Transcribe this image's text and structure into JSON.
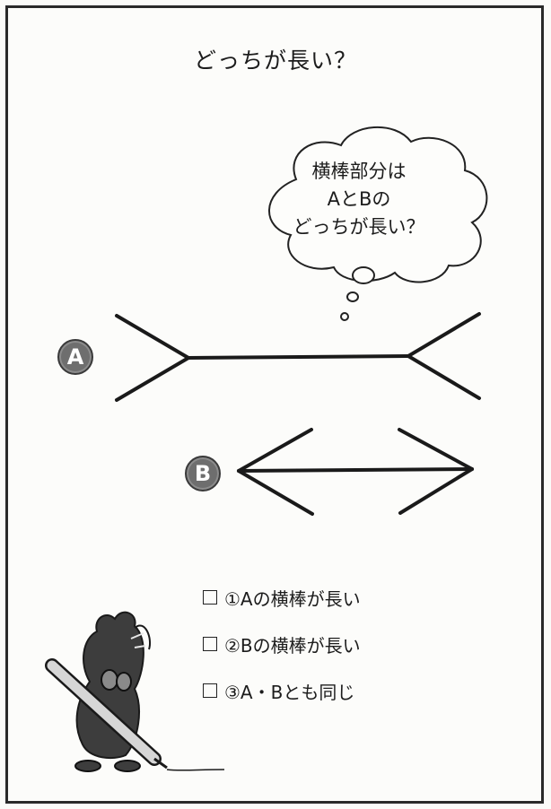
{
  "title": "どっちが長い？",
  "bubble": {
    "line1": "横棒部分は",
    "line2": "AとBの",
    "line3": "どっちが長い？"
  },
  "figures": {
    "a_label": "A",
    "b_label": "B"
  },
  "options": [
    "①Aの横棒が長い",
    "②Bの横棒が長い",
    "③A・Bとも同じ"
  ]
}
